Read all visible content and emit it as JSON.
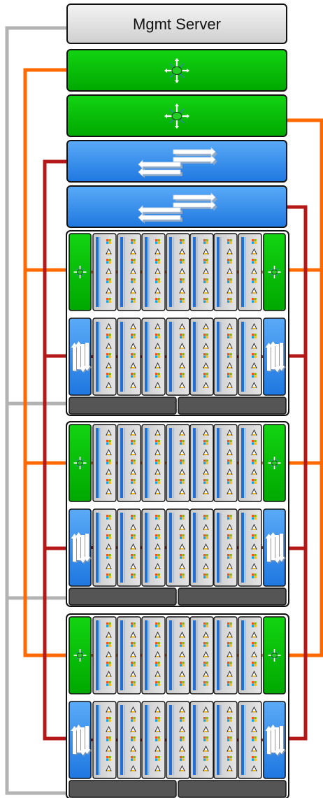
{
  "mgmt_server": {
    "label": "Mgmt Server"
  },
  "colors": {
    "mgmt_fill": "#dcdcdc",
    "mgmt_link": "#b3b3b3",
    "ethernet_switch_fill": "#00c000",
    "ethernet_link": "#ff6a00",
    "fabric_switch_fill": "#2f8bf0",
    "fabric_link": "#b51818",
    "blade_fill": "#d7d7d7",
    "blade_stripe": "#1f6fd6",
    "footer_fill": "#555555",
    "outline": "#111111"
  },
  "icons": {
    "top_switch_1": "ethernet-switch-icon",
    "top_switch_2": "ethernet-switch-icon",
    "top_switch_3": "fabric-switch-icon",
    "top_switch_4": "fabric-switch-icon",
    "blade_os": [
      "windows-icon",
      "linux-icon"
    ]
  },
  "layout_summary": {
    "chassis_count": 3,
    "blade_rows_per_chassis": 2,
    "blades_per_row": 7,
    "footer_modules_per_chassis": 2
  }
}
